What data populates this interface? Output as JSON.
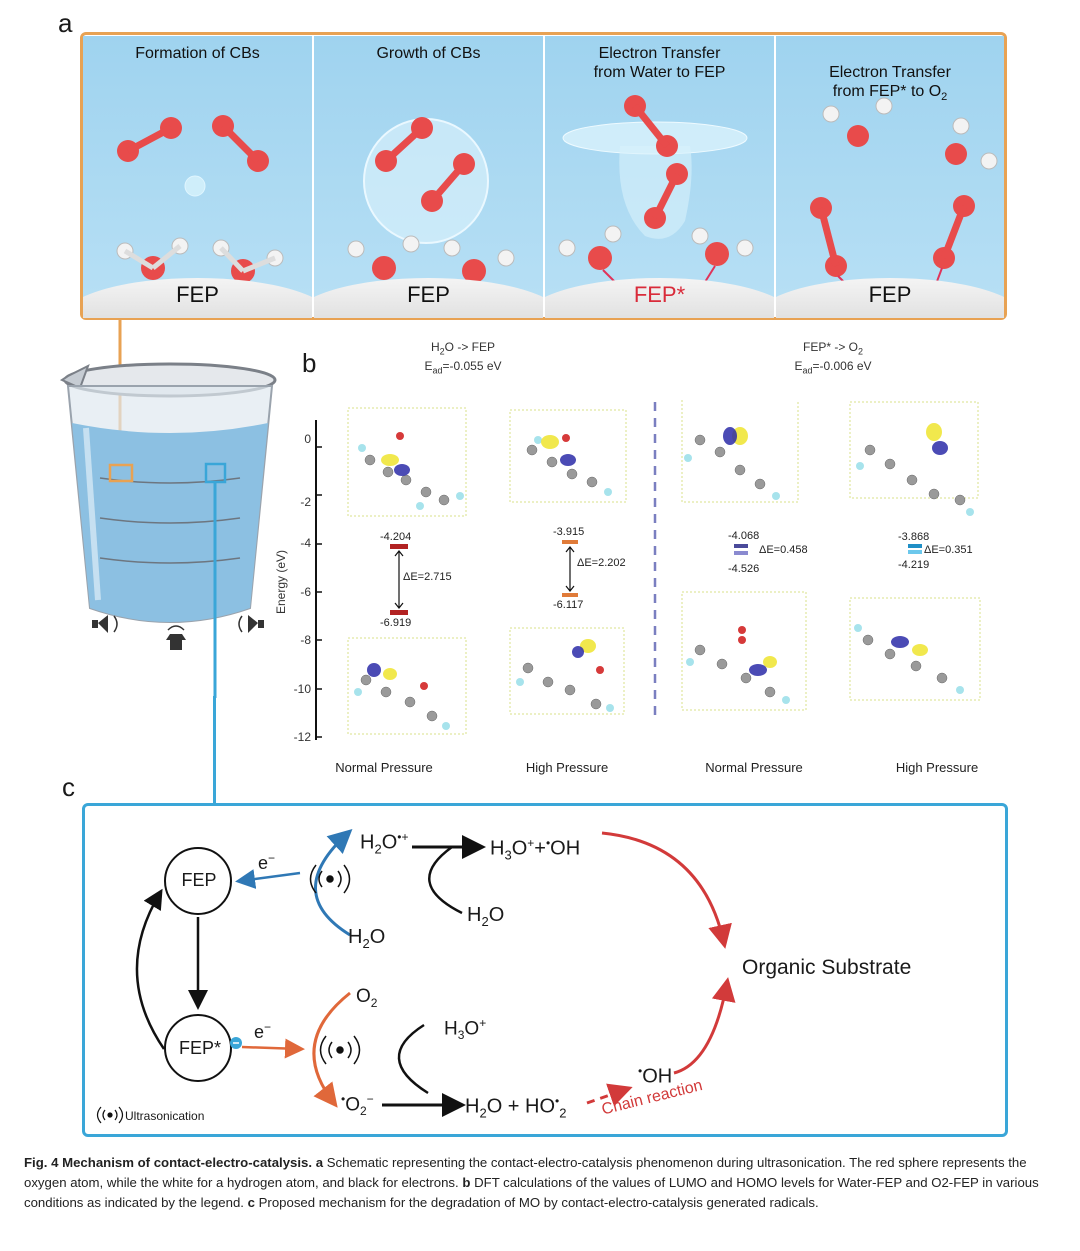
{
  "panel_a": {
    "letter": "a",
    "cells": [
      {
        "title": "Formation of CBs",
        "surface": "FEP"
      },
      {
        "title": "Growth of CBs",
        "surface": "FEP"
      },
      {
        "title": "Electron Transfer\nfrom Water to FEP",
        "surface": "FEP*"
      },
      {
        "title": "Electron Transfer\nfrom FEP* to O",
        "title_sub": "2",
        "surface": "FEP"
      }
    ]
  },
  "panel_b": {
    "letter": "b",
    "header_left": {
      "reaction_a": "H",
      "reaction_sub": "2",
      "reaction_b": "O -> FEP",
      "ead_a": "E",
      "ead_sub": "ad",
      "ead_b": "=-0.055 eV"
    },
    "header_right": {
      "reaction_a": "FEP* -> O",
      "reaction_sub": "2",
      "ead_a": "E",
      "ead_sub": "ad",
      "ead_b": "=-0.006 eV"
    },
    "y_axis_label": "Energy (eV)",
    "y_ticks": [
      "0",
      "-2",
      "-4",
      "-6",
      "-8",
      "-10",
      "-12"
    ],
    "conditions": [
      "Normal Pressure",
      "High Pressure",
      "Normal Pressure",
      "High Pressure"
    ],
    "levels": [
      {
        "lumo": "-4.204",
        "homo": "-6.919",
        "gap": "ΔE=2.715"
      },
      {
        "lumo": "-3.915",
        "homo": "-6.117",
        "gap": "ΔE=2.202"
      },
      {
        "lumo": "-4.068",
        "homo": "-4.526",
        "gap": "ΔE=0.458"
      },
      {
        "lumo": "-3.868",
        "homo": "-4.219",
        "gap": "ΔE=0.351"
      }
    ]
  },
  "panel_c": {
    "letter": "c",
    "fep": "FEP",
    "fep_star": "FEP*",
    "electron": "e",
    "electron_sup": "−",
    "h2o_radical_cation": {
      "a": "H",
      "sub": "2",
      "b": "O",
      "sup": "•+"
    },
    "products_top": {
      "a": "H",
      "sub": "3",
      "b": "O",
      "sup": "+",
      "c": "+",
      "dot": "•",
      "d": "OH"
    },
    "water_left": {
      "a": "H",
      "sub": "2",
      "b": "O"
    },
    "water_mid": {
      "a": "H",
      "sub": "2",
      "b": "O"
    },
    "oxygen": {
      "a": "O",
      "sub": "2"
    },
    "hydronium": {
      "a": "H",
      "sub": "3",
      "b": "O",
      "sup": "+"
    },
    "superoxide": {
      "dot": "•",
      "a": "O",
      "sub": "2",
      "sup": "−"
    },
    "products_bottom": {
      "a": "H",
      "sub": "2",
      "b": "O + HO",
      "sup": "•",
      "sub2": "2"
    },
    "hydroxyl": {
      "dot": "•",
      "a": "OH"
    },
    "chain_reaction": "Chain reaction",
    "organic_substrate": "Organic Substrate",
    "legend": "Ultrasonication"
  },
  "caption": {
    "fig": "Fig. 4",
    "title": "Mechanism of contact-electro-catalysis.",
    "a_label": "a",
    "a_text": "Schematic representing the contact-electro-catalysis phenomenon during ultrasonication. The red sphere represents the oxygen atom, while the white for a hydrogen atom, and black for electrons.",
    "b_label": "b",
    "b_text": "DFT calculations of the values of LUMO and HOMO levels for Water-FEP and O2-FEP in various conditions as indicated by the legend.",
    "c_label": "c",
    "c_text": "Proposed mechanism for the degradation of MO by contact-electro-catalysis generated radicals."
  },
  "colors": {
    "panel_a_border": "#e8a253",
    "panel_c_border": "#3aa6d8",
    "cell_bg": "#a9daf2",
    "fep_star": "#d92b3a",
    "water_path": "#2f78b5",
    "oxygen_path": "#e0683a",
    "radical_path": "#d23a3a",
    "lumo_red": "#b22222",
    "orange_level": "#e07b39",
    "purple_level": "#4a4a9a",
    "cyan_level": "#2aa6d8",
    "divider": "#7a7fc0"
  }
}
